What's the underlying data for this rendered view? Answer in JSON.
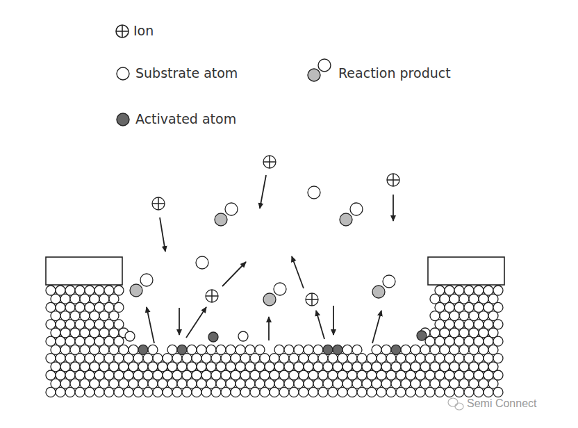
{
  "diagram": {
    "labels": [
      "Semi Connect"
    ],
    "legend": [
      {
        "text": "Ion"
      },
      {
        "text": "Substrate atom"
      },
      {
        "text": "Reaction product"
      },
      {
        "text": "Activated atom"
      }
    ]
  }
}
